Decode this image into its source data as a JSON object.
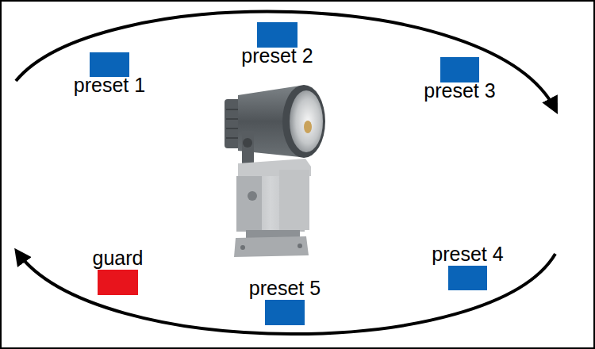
{
  "diagram": {
    "nodes": [
      {
        "text": [
          "preset 1"
        ]
      },
      {
        "text": [
          "preset 2"
        ]
      },
      {
        "text": [
          "preset 3"
        ]
      },
      {
        "text": [
          "preset 4"
        ]
      },
      {
        "text": [
          "preset 5"
        ]
      },
      {
        "text": [
          "guard"
        ]
      }
    ]
  }
}
